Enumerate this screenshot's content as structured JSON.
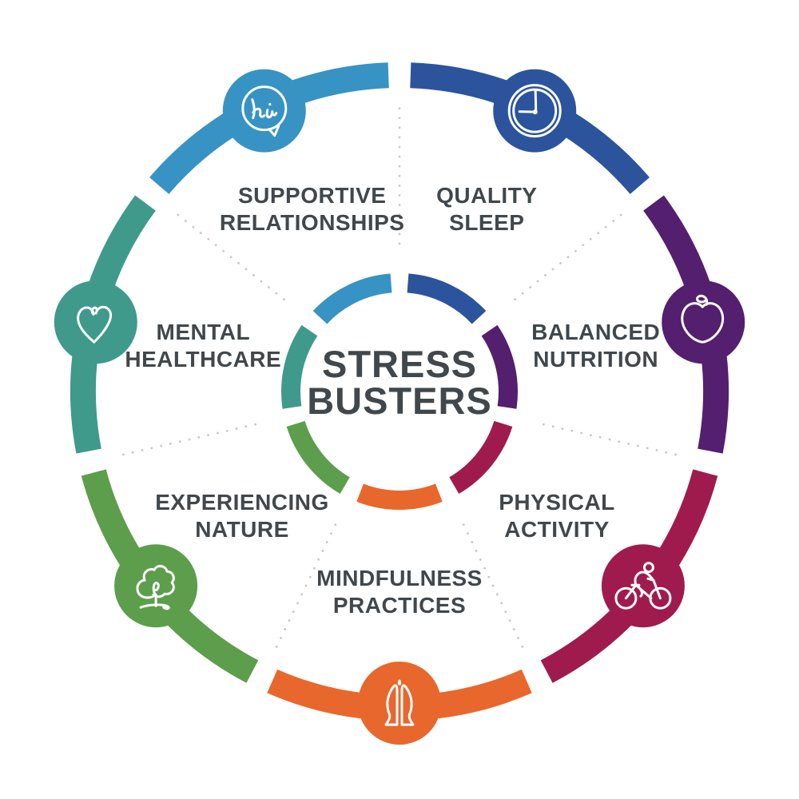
{
  "diagram": {
    "title": "Stress Busters",
    "title_lines": [
      "STRESS",
      "BUSTERS"
    ],
    "colors": {
      "background": "#FFFFFF",
      "text": "#41474B",
      "divider_dots": "#C8C8C8",
      "icon_stroke": "#FFFFFF"
    },
    "segments": [
      {
        "label": "Quality Sleep",
        "label_lines": [
          "QUALITY",
          "SLEEP"
        ],
        "icon": "clock-icon",
        "color": "#2B549D"
      },
      {
        "label": "Balanced Nutrition",
        "label_lines": [
          "BALANCED",
          "NUTRITION"
        ],
        "icon": "apple-icon",
        "color": "#531F6E"
      },
      {
        "label": "Physical Activity",
        "label_lines": [
          "PHYSICAL",
          "ACTIVITY"
        ],
        "icon": "cyclist-icon",
        "color": "#A01B4D"
      },
      {
        "label": "Mindfulness Practices",
        "label_lines": [
          "MINDFULNESS",
          "PRACTICES"
        ],
        "icon": "praying-hands-icon",
        "color": "#E8672C"
      },
      {
        "label": "Experiencing Nature",
        "label_lines": [
          "EXPERIENCING",
          "NATURE"
        ],
        "icon": "tree-icon",
        "color": "#5C9E4C"
      },
      {
        "label": "Mental Healthcare",
        "label_lines": [
          "MENTAL",
          "HEALTHCARE"
        ],
        "icon": "heart-icon",
        "color": "#3F9A8B"
      },
      {
        "label": "Supportive Relationships",
        "label_lines": [
          "SUPPORTIVE",
          "RELATIONSHIPS"
        ],
        "icon": "hi-speech-bubble-icon",
        "color": "#3793C3"
      }
    ]
  }
}
